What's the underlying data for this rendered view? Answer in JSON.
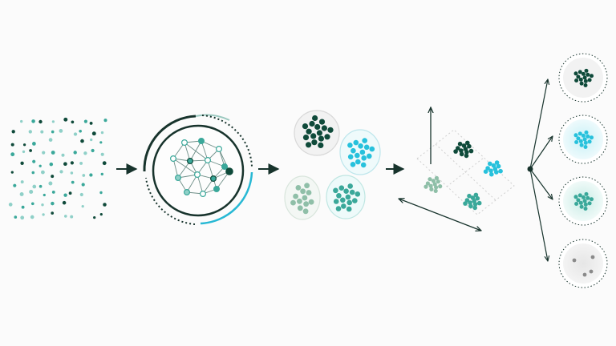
{
  "colors": {
    "dark": "#0f4a3a",
    "teal": "#3aa89a",
    "light_teal": "#8fd0c8",
    "cyan": "#27c1dc",
    "sage": "#8fbfa8",
    "gray": "#8a8a8a",
    "arrow": "#17332c",
    "background": "#fbfbfb"
  },
  "icons": {
    "point_cloud": "scatter-dots-icon",
    "network": "neural-network-icon",
    "arrow": "right-arrow-icon",
    "clusters": "cluster-blobs-icon",
    "embedding": "embedding-plane-icon",
    "branch": "branch-fork-icon",
    "cluster_output": "cluster-circle-icon"
  },
  "diagram": {
    "stages": [
      {
        "id": "raw-points"
      },
      {
        "id": "network-model"
      },
      {
        "id": "clusters"
      },
      {
        "id": "embedding-plane"
      },
      {
        "id": "cluster-outputs"
      }
    ],
    "clusters": [
      {
        "id": "dark",
        "color": "dark"
      },
      {
        "id": "cyan",
        "color": "cyan"
      },
      {
        "id": "sage",
        "color": "sage"
      },
      {
        "id": "teal",
        "color": "teal"
      }
    ],
    "outputs": [
      {
        "id": "dark",
        "color": "dark",
        "count": 14
      },
      {
        "id": "cyan",
        "color": "cyan",
        "count": 14
      },
      {
        "id": "teal",
        "color": "teal",
        "count": 14
      },
      {
        "id": "sparse",
        "color": "gray",
        "count": 4
      }
    ]
  }
}
